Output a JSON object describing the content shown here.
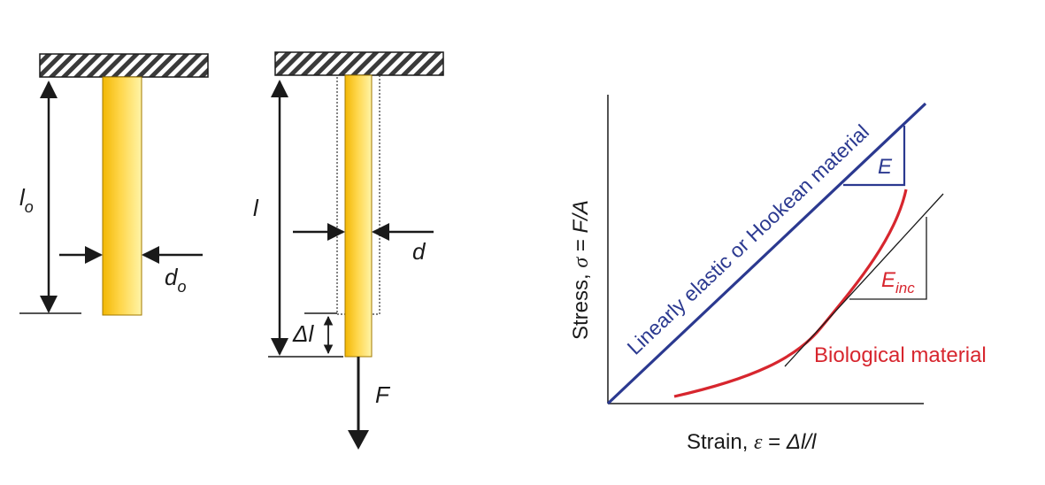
{
  "colors": {
    "rod_light": "#fff4a8",
    "rod_mid": "#ffd64a",
    "rod_dark": "#f2b705",
    "rod_edge": "#a07800",
    "line_dark": "#1a1a1a",
    "hookean_blue": "#2b3990",
    "biological_red": "#d7262e"
  },
  "icons": {
    "ceiling": "hatched-ceiling-icon",
    "force_arrow": "down-arrow-icon"
  },
  "left_rod": {
    "length_label": "l",
    "length_sub": "o",
    "diameter_label": "d",
    "diameter_sub": "o"
  },
  "right_rod": {
    "length_label": "l",
    "diameter_label": "d",
    "elongation_label": "Δl",
    "force_label": "F"
  },
  "graph": {
    "ylabel_prefix": "Stress, ",
    "ylabel_symbol": "σ",
    "ylabel_eq": " = ",
    "ylabel_expr": "F/A",
    "xlabel_prefix": "Strain, ",
    "xlabel_symbol": "ε",
    "xlabel_eq": " = ",
    "xlabel_expr": "Δl/l",
    "hookean_label": "Linearly elastic or Hookean material",
    "modulus_label": "E",
    "inc_modulus_label": "E",
    "inc_modulus_sub": "inc",
    "biological_label": "Biological material"
  }
}
